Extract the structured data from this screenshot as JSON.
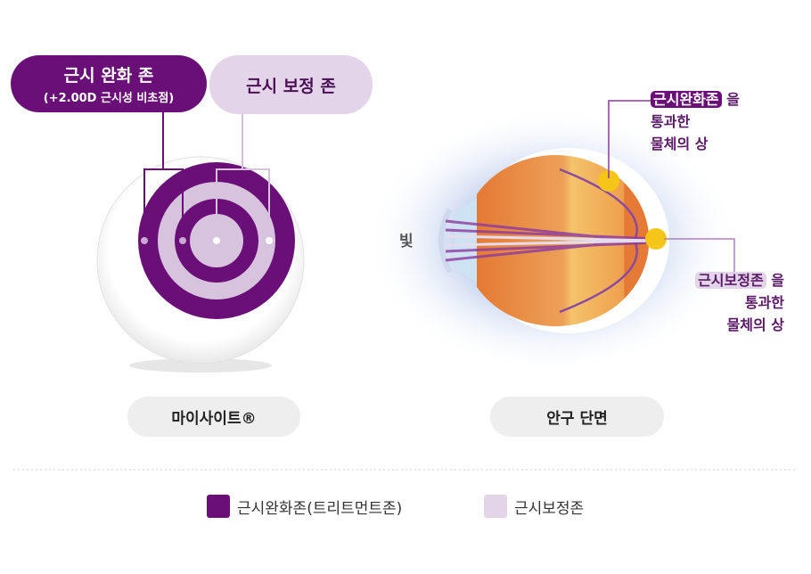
{
  "lens": {
    "zone1_title": "근시 완화 존",
    "zone1_sub": "(+2.00D 근시성 비초점)",
    "zone2_title": "근시 보정 존",
    "caption": "마이사이트®"
  },
  "eye": {
    "light_label": "빛",
    "caption": "안구 단면",
    "top_label": {
      "highlight": "근시완화존",
      "suffix": "을",
      "line2": "통과한",
      "line3": "물체의 상"
    },
    "bottom_label": {
      "highlight": "근시보정존",
      "suffix": "을",
      "line2": "통과한",
      "line3": "물체의 상"
    }
  },
  "legend": [
    {
      "label": "근시완화존(트리트먼트존)",
      "color": "#6b0f78"
    },
    {
      "label": "근시보정존",
      "color": "#e3d4e9"
    }
  ],
  "colors": {
    "purple": "#6b0f78",
    "lavender": "#e3d4e9",
    "orange": "#e98b3f",
    "yellow": "#f5c518"
  }
}
